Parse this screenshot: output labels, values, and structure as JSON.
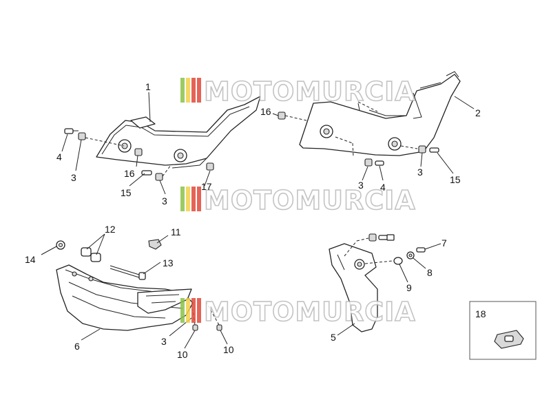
{
  "watermark": {
    "text": "MOTOMURCIA"
  },
  "callouts": {
    "c1": "1",
    "c2": "2",
    "c3a": "3",
    "c3b": "3",
    "c3c": "3",
    "c3d": "3",
    "c3e": "3",
    "c4a": "4",
    "c4b": "4",
    "c5": "5",
    "c6": "6",
    "c7": "7",
    "c8": "8",
    "c9": "9",
    "c10a": "10",
    "c10b": "10",
    "c11": "11",
    "c12": "12",
    "c13": "13",
    "c14": "14",
    "c15a": "15",
    "c15b": "15",
    "c16a": "16",
    "c16b": "16",
    "c17": "17",
    "c18": "18"
  },
  "colors": {
    "wm_green": "#8bc34a",
    "wm_yellow": "#f2d24b",
    "wm_red": "#e04a3a"
  }
}
